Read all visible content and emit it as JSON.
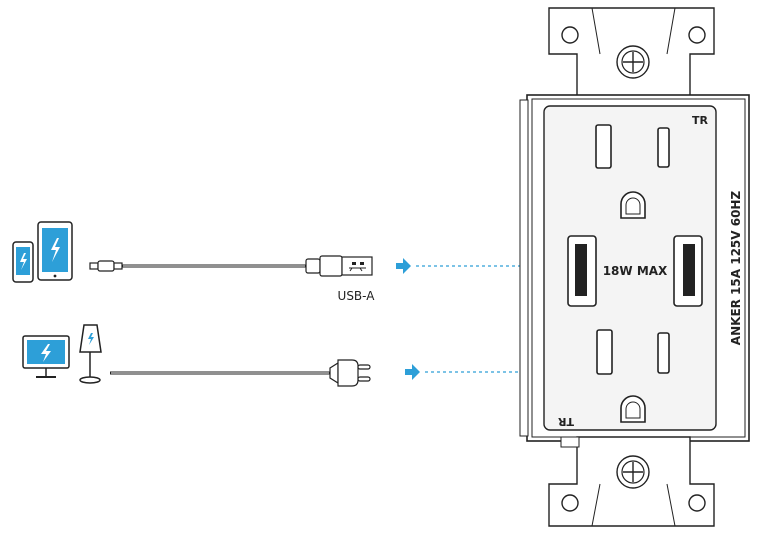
{
  "labels": {
    "usb_a": "USB-A",
    "power": "18W MAX",
    "rating": "ANKER 15A 125V 60HZ",
    "tr_top": "TR",
    "tr_bottom": "TR"
  },
  "icons": {
    "phone": "phone-icon",
    "tablet": "tablet-icon",
    "monitor": "monitor-icon",
    "lamp": "lamp-icon",
    "usb_plug": "usb-a-plug-icon",
    "ac_plug": "ac-plug-icon",
    "arrow": "arrow-right-icon"
  },
  "colors": {
    "accent": "#2d9fd8",
    "line": "#222222",
    "faceplate": "#f4f4f4"
  }
}
